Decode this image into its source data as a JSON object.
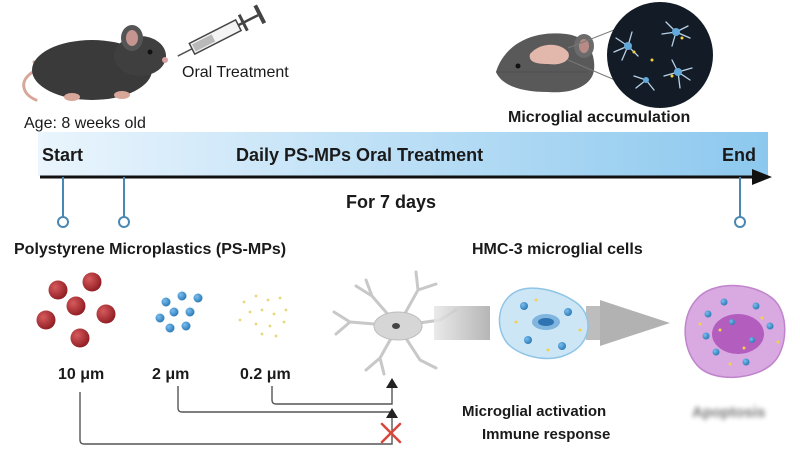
{
  "top": {
    "oral_treatment": "Oral Treatment",
    "age": "Age: 8 weeks old",
    "microglial_accumulation": "Microglial accumulation"
  },
  "timeline": {
    "start": "Start",
    "title": "Daily PS-MPs Oral Treatment",
    "end": "End",
    "duration": "For 7 days"
  },
  "particles": {
    "heading": "Polystyrene Microplastics (PS-MPs)",
    "sizes": [
      "10 μm",
      "2 μm",
      "0.2 μm"
    ]
  },
  "cells": {
    "heading": "HMC-3 microglial cells",
    "activation": "Microglial activation",
    "immune": "Immune response",
    "outcome_blurred": "Apoptosis"
  },
  "colors": {
    "bar_light": "#eaf5fd",
    "bar_dark": "#8cc8ee",
    "particle_red": "#a8262b",
    "particle_blue": "#3d94d2",
    "particle_yellow": "#e9d77a",
    "cross_red": "#d8463c",
    "marker_blue": "#4a88b4"
  },
  "icons": [
    "mouse-icon",
    "syringe-icon",
    "mouse-brain-icon",
    "microglia-zoom-icon",
    "microglia-cell-icon",
    "activated-cell-icon",
    "apoptotic-cell-icon",
    "blocked-cross-icon"
  ]
}
